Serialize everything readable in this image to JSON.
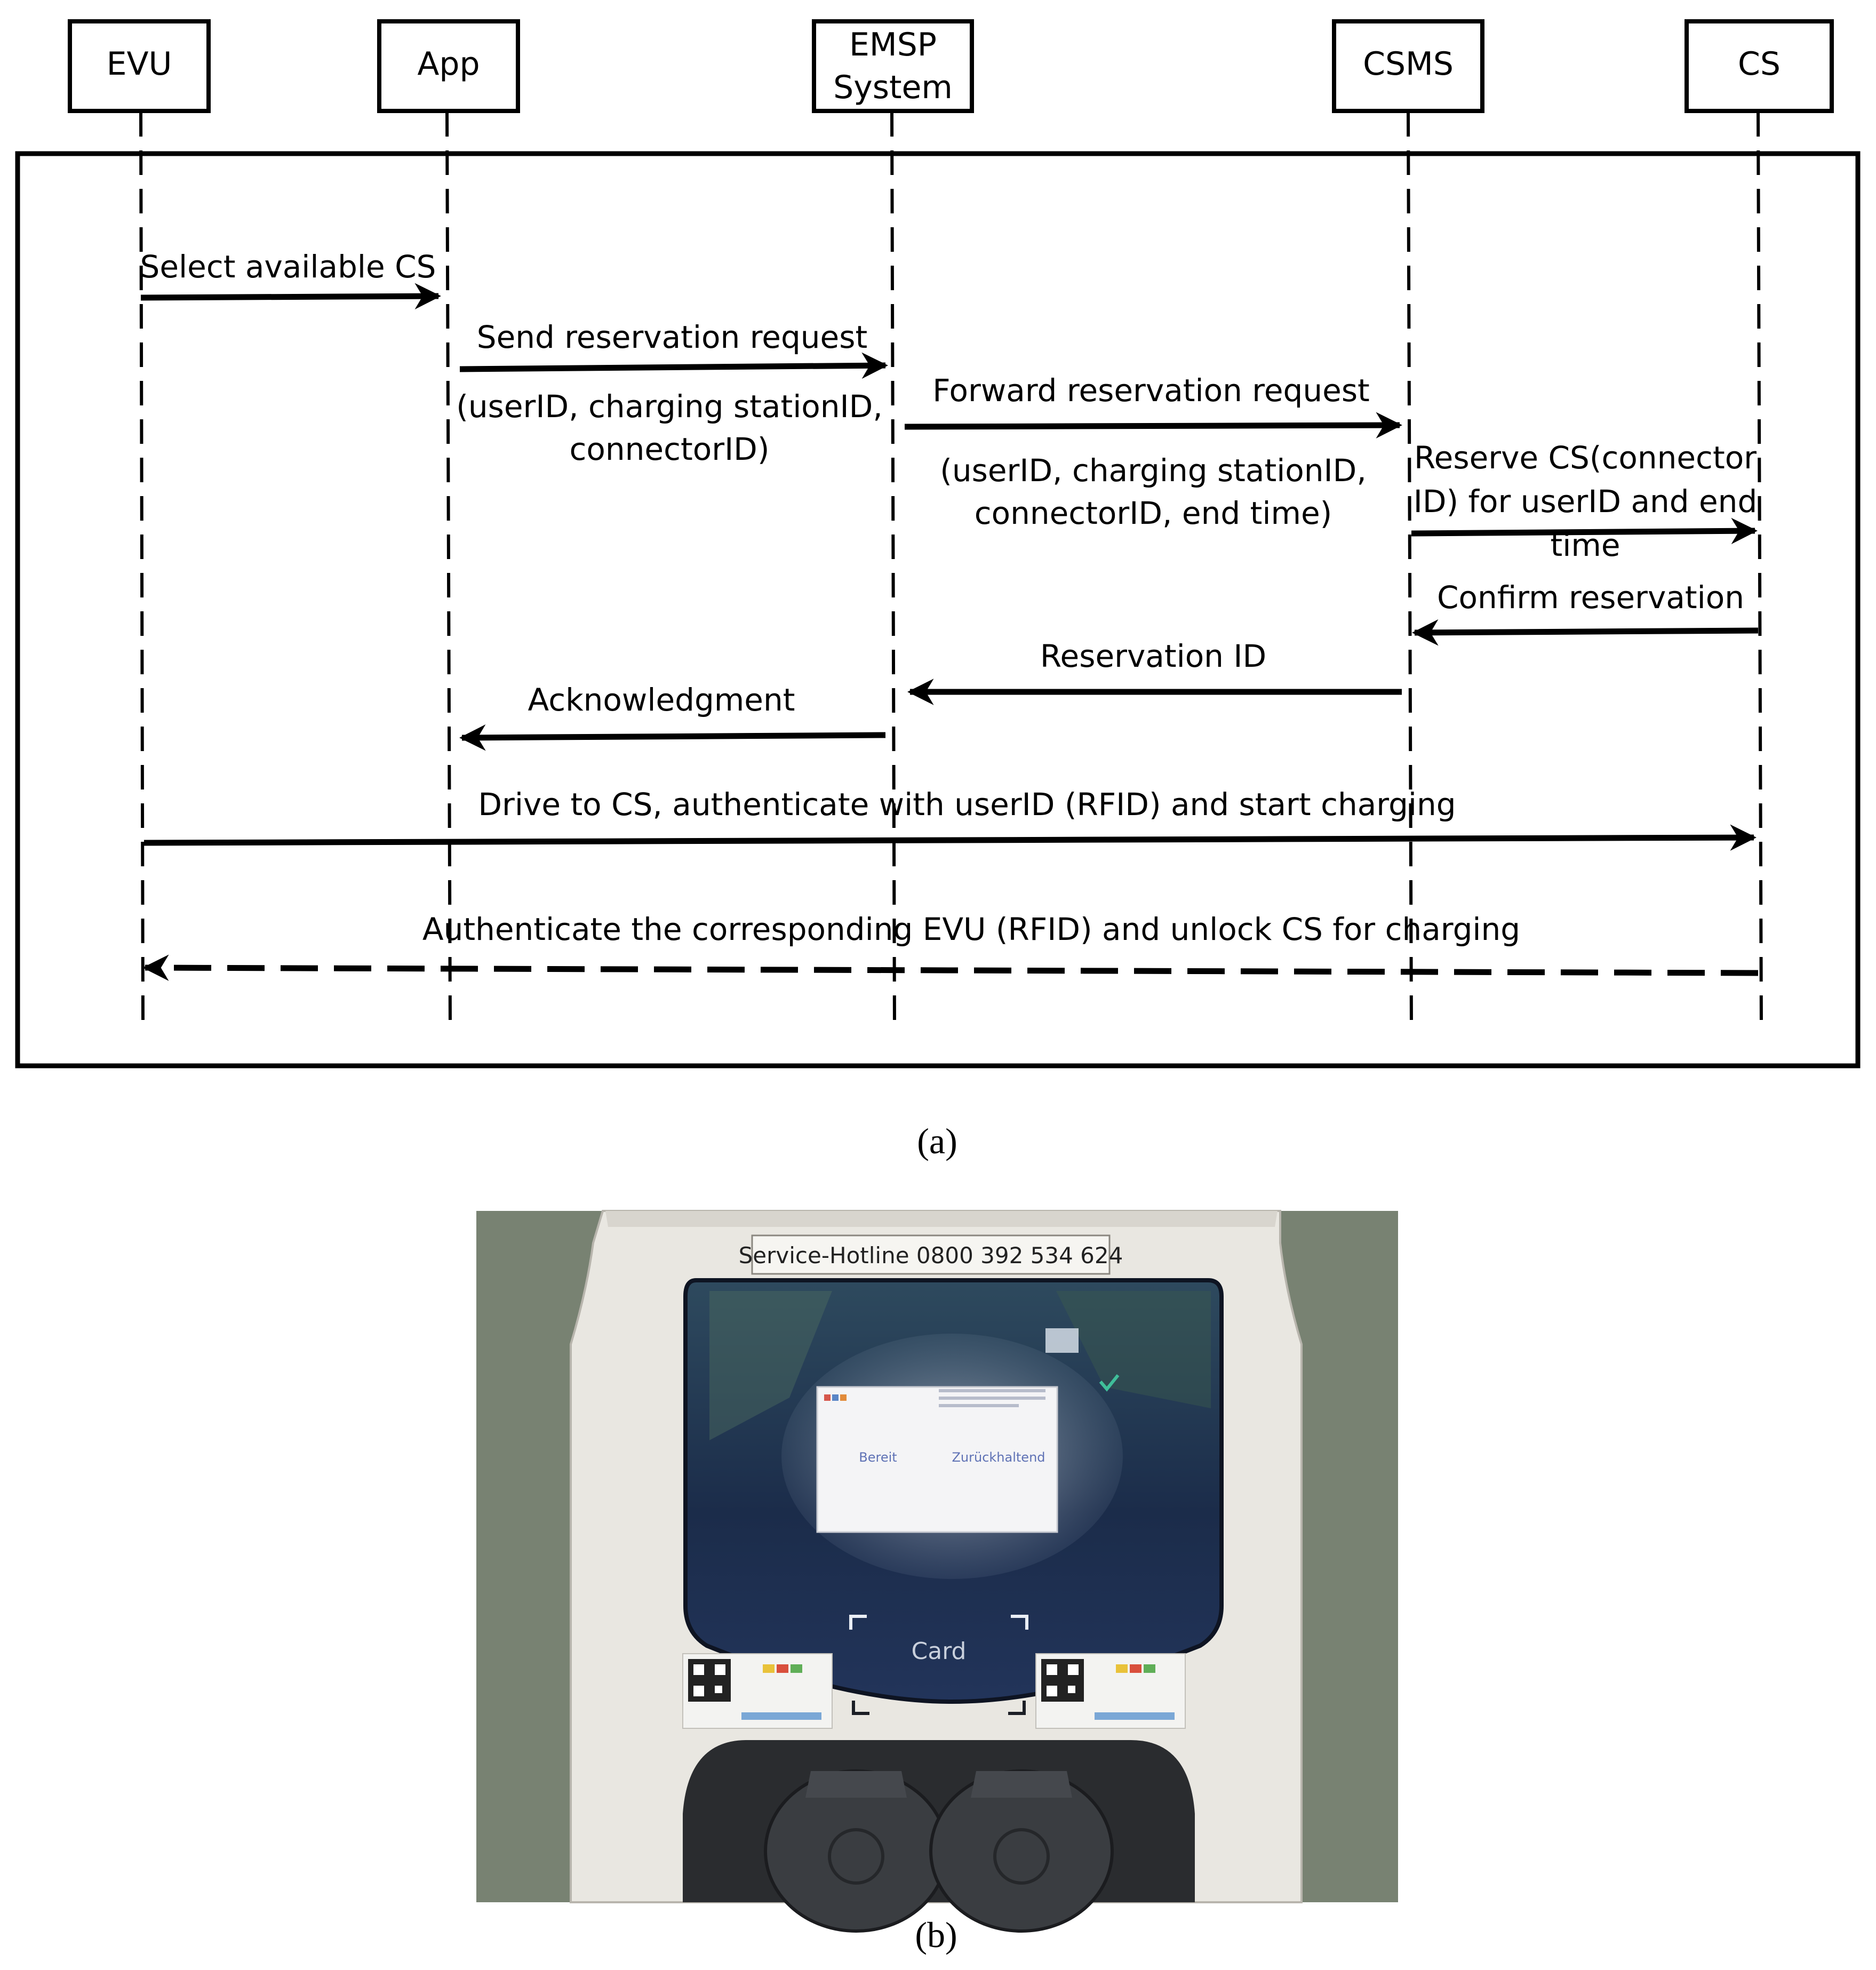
{
  "panel_a": {
    "actors": [
      "EVU",
      "App",
      "EMSP",
      "System",
      "CSMS",
      "CS"
    ],
    "messages": {
      "m1": "Select available CS",
      "m2": "Send reservation request",
      "m2_note_1": "(userID, charging stationID,",
      "m2_note_2": "connectorID)",
      "m3": "Forward reservation request",
      "m3_note_1": "(userID, charging stationID,",
      "m3_note_2": "connectorID, end time)",
      "m4_1": "Reserve CS(connector",
      "m4_2": "ID) for userID and end",
      "m4_3": "time",
      "m5": "Confirm reservation",
      "m6": "Reservation ID",
      "m7": "Acknowledgment",
      "m8": "Drive to CS, authenticate with userID (RFID) and start charging",
      "m9": "Authenticate the corresponding EVU (RFID) and unlock CS for charging"
    },
    "caption": "(a)"
  },
  "panel_b": {
    "hotline": "Service-Hotline 0800 392 534 624",
    "screen_left": "Bereit",
    "screen_right": "Zurückhaltend",
    "card_label": "Card",
    "caption": "(b)"
  },
  "colors": {
    "line": "#000000",
    "wall": "#7f8778",
    "housing": "#e9e7e1",
    "screen_glass": "#1a2a44"
  }
}
